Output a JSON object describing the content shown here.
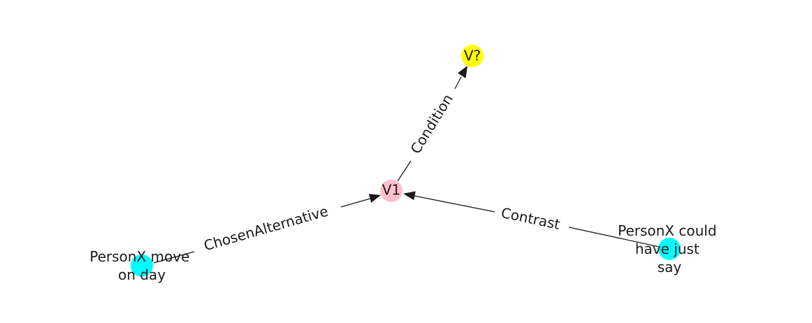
{
  "nodes": {
    "v_question": {
      "label": "V?",
      "color": "#ffff00"
    },
    "v1": {
      "label": "V1",
      "color": "#ffc0cb"
    },
    "move": {
      "label_lines": [
        "PersonX move",
        "on day"
      ],
      "color": "#00ffff"
    },
    "could": {
      "label_lines": [
        "PersonX could",
        "have just",
        "say"
      ],
      "color": "#00ffff"
    }
  },
  "edges": {
    "condition": {
      "label": "Condition",
      "from": "v1",
      "to": "v_question"
    },
    "chosen_alternative": {
      "label": "ChosenAlternative",
      "from": "move",
      "to": "v1"
    },
    "contrast": {
      "label": "Contrast",
      "from": "could",
      "to": "v1"
    }
  }
}
